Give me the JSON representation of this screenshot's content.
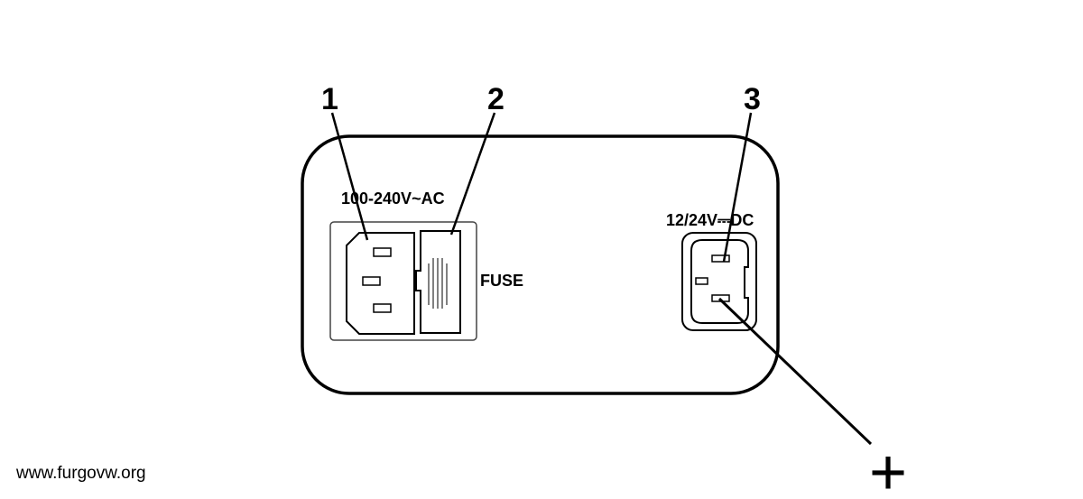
{
  "callouts": {
    "ac_socket": "1",
    "fuse_holder": "2",
    "dc_socket": "3"
  },
  "labels": {
    "ac_voltage": "100-240V~AC",
    "fuse": "FUSE",
    "dc_voltage": "12/24V⎓DC"
  },
  "polarity": {
    "positive": "+"
  },
  "watermark": "www.furgovw.org"
}
